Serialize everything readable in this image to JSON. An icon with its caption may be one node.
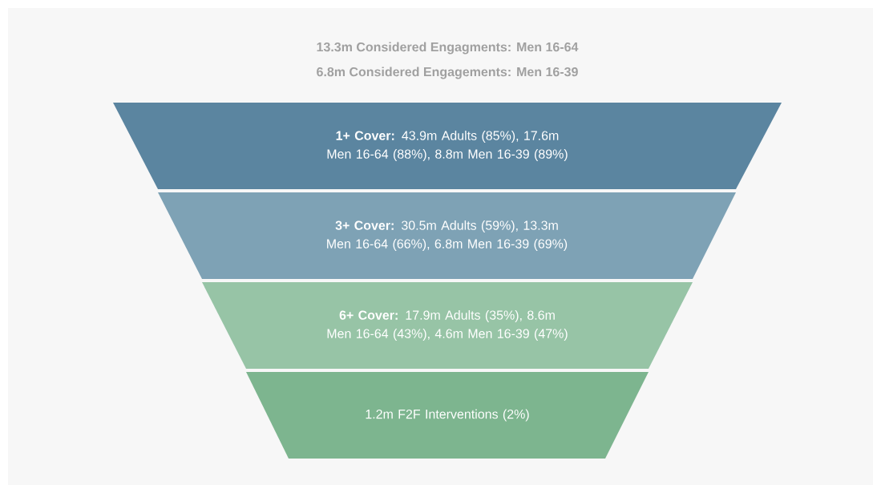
{
  "diagram": {
    "nodes": [
      {
        "text": [
          "**1+ Cover:** 43.9m Adults (85%), 17.6m Men 16-64 (88%), 8.8m Men 16-39 (89%)"
        ]
      },
      {
        "text": [
          "**3+ Cover:** 30.5m Adults (59%), 13.3m Men 16-64 (66%), 6.8m Men 16-39 (69%)"
        ]
      },
      {
        "text": [
          "**6+ Cover:** 17.9m Adults (35%), 8.6m Men 16-64 (43%), 4.6m Men 16-39 (47%)"
        ]
      },
      {
        "text": [
          "1.2m F2F Interventions (2%)"
        ]
      }
    ],
    "labels": [
      "13.3m Considered Engagments: Men 16-64",
      "6.8m Considered Engagements: Men 16-39"
    ]
  }
}
